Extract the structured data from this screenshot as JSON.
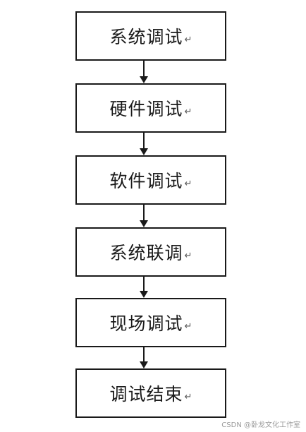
{
  "steps": [
    {
      "label": "系统调试"
    },
    {
      "label": "硬件调试"
    },
    {
      "label": "软件调试"
    },
    {
      "label": "系统联调"
    },
    {
      "label": "现场调试"
    },
    {
      "label": "调试结束"
    }
  ],
  "return_mark": "↵",
  "watermark": "CSDN @卧龙文化工作室",
  "colors": {
    "stroke": "#1a1a1a",
    "background": "#ffffff",
    "watermark": "#9a9a9a"
  }
}
